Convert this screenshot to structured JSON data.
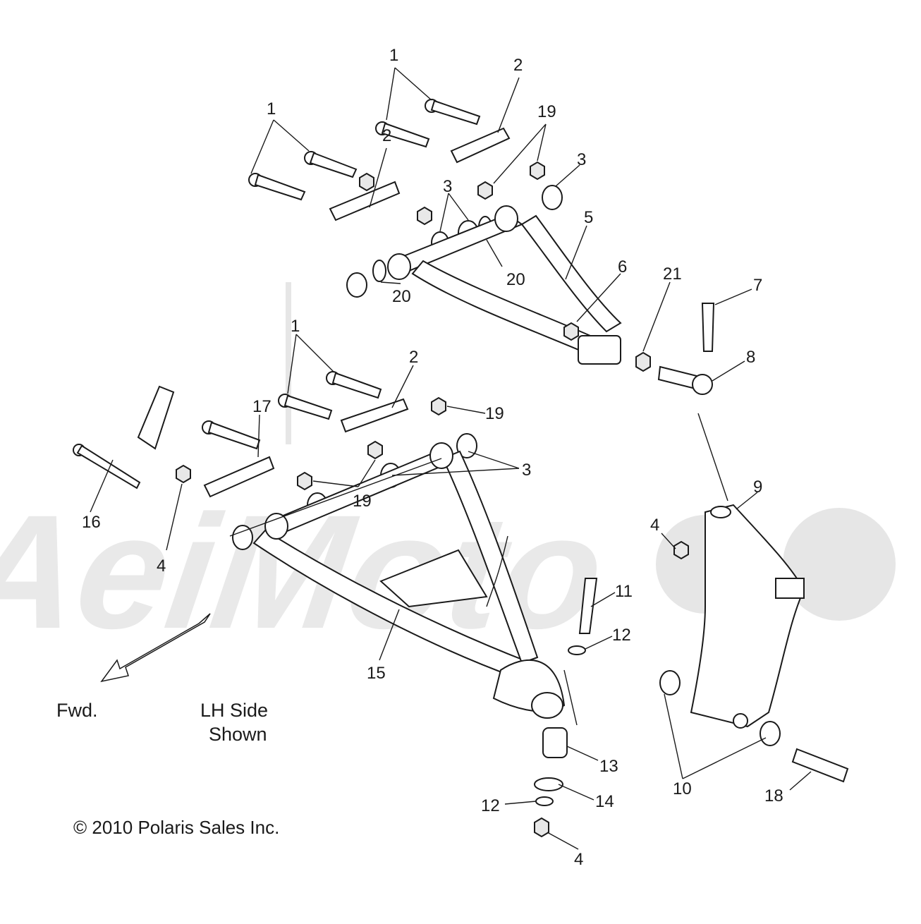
{
  "diagram": {
    "labels": [
      {
        "text": "1"
      },
      {
        "text": "2"
      },
      {
        "text": "1"
      },
      {
        "text": "19"
      },
      {
        "text": "2"
      },
      {
        "text": "3"
      },
      {
        "text": "3"
      },
      {
        "text": "5"
      },
      {
        "text": "6"
      },
      {
        "text": "20"
      },
      {
        "text": "20"
      },
      {
        "text": "21"
      },
      {
        "text": "7"
      },
      {
        "text": "8"
      },
      {
        "text": "1"
      },
      {
        "text": "2"
      },
      {
        "text": "19"
      },
      {
        "text": "17"
      },
      {
        "text": "3"
      },
      {
        "text": "19"
      },
      {
        "text": "16"
      },
      {
        "text": "4"
      },
      {
        "text": "9"
      },
      {
        "text": "4"
      },
      {
        "text": "11"
      },
      {
        "text": "12"
      },
      {
        "text": "15"
      },
      {
        "text": "13"
      },
      {
        "text": "14"
      },
      {
        "text": "12"
      },
      {
        "text": "4"
      },
      {
        "text": "10"
      },
      {
        "text": "18"
      }
    ],
    "direction_label": "Fwd.",
    "side_note_line1": "LH Side",
    "side_note_line2": "Shown",
    "copyright": "© 2010 Polaris Sales Inc.",
    "watermark_text": "AeiMoto"
  }
}
